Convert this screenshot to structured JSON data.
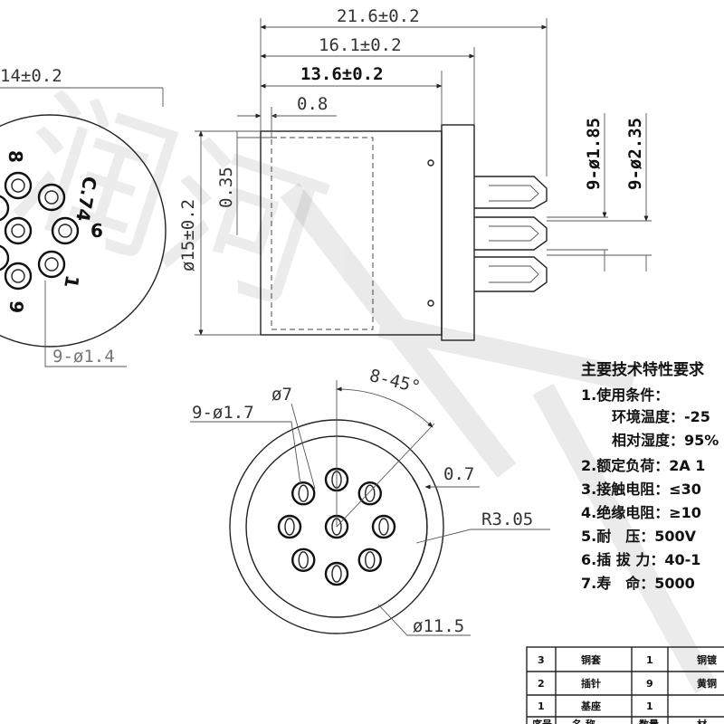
{
  "watermark": {
    "text": "润河"
  },
  "left_view": {
    "dim_top": "14±0.2",
    "dim_holes": "9-ø1.4",
    "pin_labels": {
      "top": "8",
      "right": "6",
      "bottom_right": "1",
      "bottom_left": "9"
    },
    "model": "C.74"
  },
  "side_view": {
    "dim_overall": "21.6±0.2",
    "dim_mid": "16.1±0.2",
    "dim_body": "13.6±0.2",
    "dim_lip": "0.8",
    "dim_offset": "0.35",
    "dim_diameter": "ø15±0.2",
    "dim_pin_a": "9-ø1.85",
    "dim_pin_b": "9-ø2.35"
  },
  "bottom_view": {
    "dim_pins": "9-ø1.7",
    "dim_center": "ø7",
    "dim_angle": "8-45°",
    "dim_gap": "0.7",
    "dim_radius": "R3.05",
    "dim_outer": "ø11.5"
  },
  "specs": {
    "title": "主要技术特性要求",
    "items": [
      "1.使用条件：",
      "环境温度：-25",
      "相对湿度：95%",
      "2.额定负荷：2A 1",
      "3.接触电阻：≤30",
      "4.绝缘电阻：≥10",
      "5.耐　压：500V",
      "6.插 拔 力：40-1",
      "7.寿　命：5000"
    ]
  },
  "bom": {
    "rows": [
      {
        "no": "3",
        "name": "铜套",
        "qty": "1",
        "material": "铜镀"
      },
      {
        "no": "2",
        "name": "插针",
        "qty": "9",
        "material": "黄铜"
      },
      {
        "no": "1",
        "name": "基座",
        "qty": "1",
        "material": ""
      }
    ],
    "header": {
      "no": "序号",
      "name": "名 称",
      "qty": "数量",
      "material": "材"
    }
  }
}
